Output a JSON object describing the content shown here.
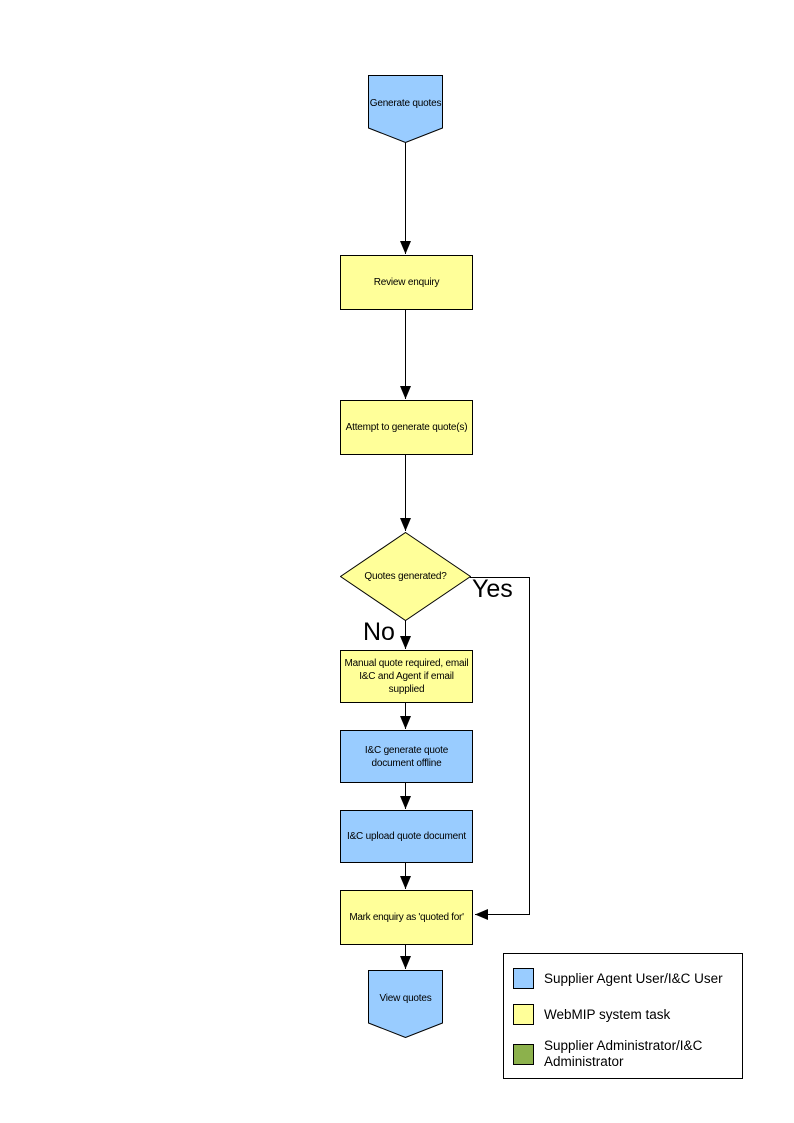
{
  "colors": {
    "supplier_agent_fill": "#99CCFF",
    "webmip_task_fill": "#FFFF99",
    "administrator_fill": "#8CB14C",
    "shape_border": "#000000",
    "connector": "#000000"
  },
  "flowchart": {
    "nodes": [
      {
        "id": "start",
        "type": "off-page-connector",
        "label": "Generate quotes",
        "fill": "#99CCFF"
      },
      {
        "id": "review-enquiry",
        "type": "process",
        "label": "Review enquiry",
        "fill": "#FFFF99"
      },
      {
        "id": "attempt-generate",
        "type": "process",
        "label": "Attempt to generate quote(s)",
        "fill": "#FFFF99"
      },
      {
        "id": "quotes-generated",
        "type": "decision",
        "label": "Quotes generated?",
        "fill": "#FFFF99"
      },
      {
        "id": "manual-quote",
        "type": "process",
        "label": "Manual quote required, email I&C and Agent if email supplied",
        "fill": "#FFFF99"
      },
      {
        "id": "ic-generate-offline",
        "type": "process",
        "label": "I&C generate quote document offline",
        "fill": "#99CCFF"
      },
      {
        "id": "ic-upload",
        "type": "process",
        "label": "I&C upload quote document",
        "fill": "#99CCFF"
      },
      {
        "id": "mark-quoted",
        "type": "process",
        "label": "Mark enquiry as 'quoted for'",
        "fill": "#FFFF99"
      },
      {
        "id": "end",
        "type": "off-page-connector",
        "label": "View quotes",
        "fill": "#99CCFF"
      }
    ],
    "branch_labels": {
      "yes": "Yes",
      "no": "No"
    }
  },
  "legend": {
    "items": [
      {
        "label": "Supplier Agent User/I&C User",
        "color": "#99CCFF"
      },
      {
        "label": "WebMIP system task",
        "color": "#FFFF99"
      },
      {
        "label": "Supplier Administrator/I&C Administrator",
        "color": "#8CB14C"
      }
    ]
  }
}
